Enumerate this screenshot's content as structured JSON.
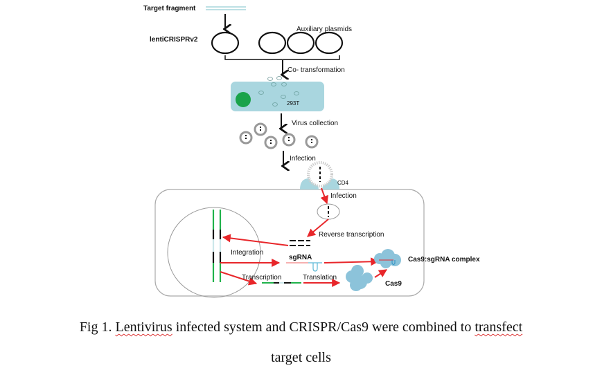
{
  "diagram": {
    "labels": {
      "target_fragment": "Target fragment",
      "lenticrisprv2": "lentiCRISPRv2",
      "auxiliary_plasmids": "Auxiliary plasmids",
      "co_transformation": "Co- transformation",
      "cell_line": "293T",
      "virus_collection": "Virus collection",
      "infection_outer": "Infection",
      "receptor": "CD4",
      "infection_inner": "Infection",
      "reverse_transcription": "Reverse transcription",
      "integration": "Integration",
      "sgrna": "sgRNA",
      "transcription": "Transcription",
      "translation": "Translation",
      "complex": "Cas9:sgRNA complex",
      "cas9": "Cas9"
    },
    "colors": {
      "arrow_red": "#e8262a",
      "cell_blue": "#a9d6df",
      "protein_blue": "#8cc3da",
      "dna_green": "#1fb24a",
      "nucleus_gfp": "#1aa34a"
    }
  },
  "caption": {
    "prefix": "Fig 1. ",
    "word1": "Lentivirus",
    "middle": " infected system and CRISPR/Cas9 were combined to ",
    "word2": "transfect",
    "line2": "target cells"
  }
}
